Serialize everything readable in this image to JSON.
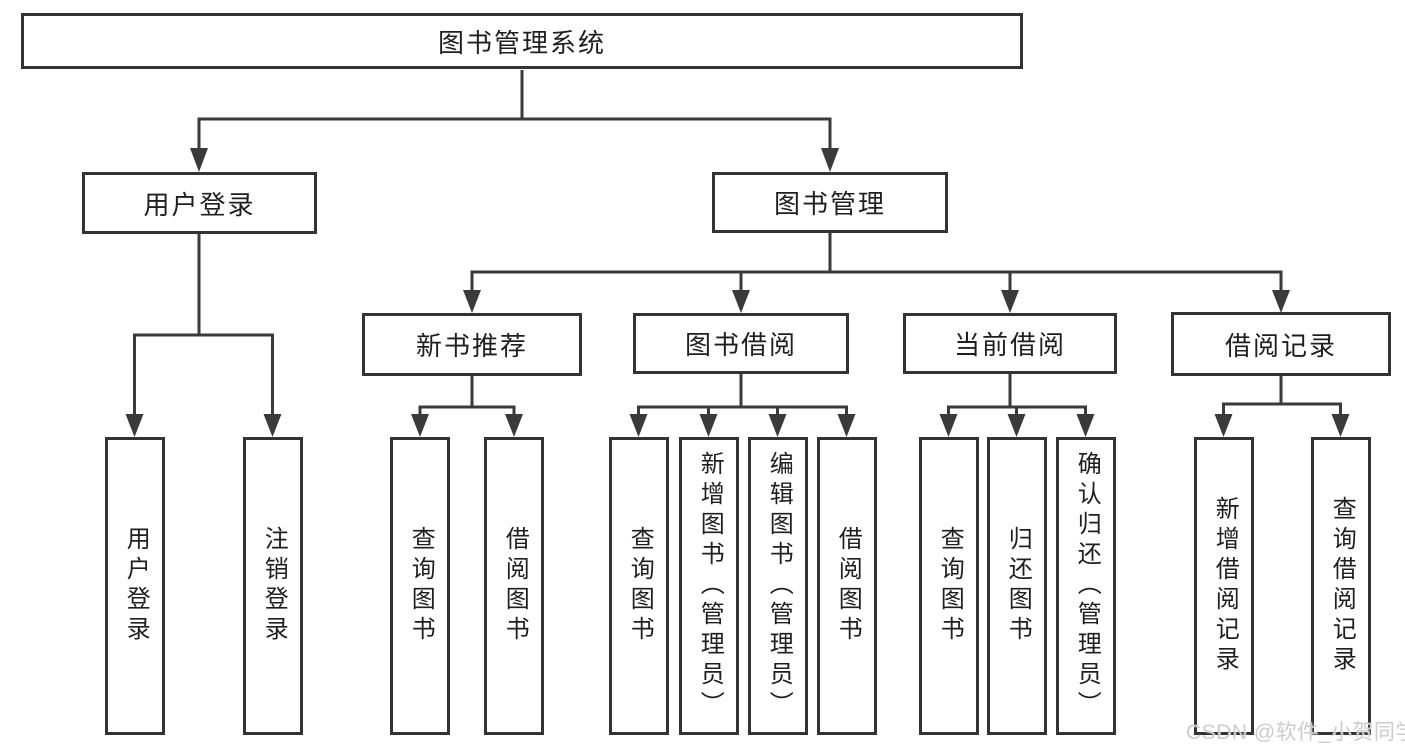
{
  "tree": {
    "label": "图书管理系统",
    "children": [
      {
        "label": "用户登录",
        "children": [
          {
            "label": "用户登录"
          },
          {
            "label": "注销登录"
          }
        ]
      },
      {
        "label": "图书管理",
        "children": [
          {
            "label": "新书推荐",
            "children": [
              {
                "label": "查询图书"
              },
              {
                "label": "借阅图书"
              }
            ]
          },
          {
            "label": "图书借阅",
            "children": [
              {
                "label": "查询图书"
              },
              {
                "label": "新增图书（管理员）"
              },
              {
                "label": "编辑图书（管理员）"
              },
              {
                "label": "借阅图书"
              }
            ]
          },
          {
            "label": "当前借阅",
            "children": [
              {
                "label": "查询图书"
              },
              {
                "label": "归还图书"
              },
              {
                "label": "确认归还（管理员）"
              }
            ]
          },
          {
            "label": "借阅记录",
            "children": [
              {
                "label": "新增借阅记录"
              },
              {
                "label": "查询借阅记录"
              }
            ]
          }
        ]
      }
    ]
  },
  "watermark": {
    "text": "CSDN @软件_小贺同学"
  },
  "colors": {
    "line": "#3a3a3a",
    "border": "#333333",
    "text": "#1f1f1f",
    "watermark": "#c9c9c9",
    "background": "#ffffff"
  }
}
